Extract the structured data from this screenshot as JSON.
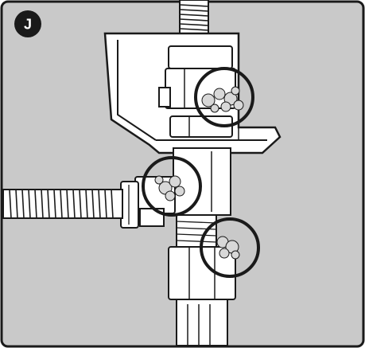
{
  "figure": {
    "step_label": "J",
    "callouts": [
      {
        "name": "leak-check-upper-nut"
      },
      {
        "name": "leak-check-side-fitting"
      },
      {
        "name": "leak-check-lower-fitting"
      }
    ],
    "colors": {
      "background": "#c9c9c9",
      "border": "#1a1a1a",
      "part_fill": "#ffffff",
      "bubble_fill": "#d8d8d8"
    }
  }
}
